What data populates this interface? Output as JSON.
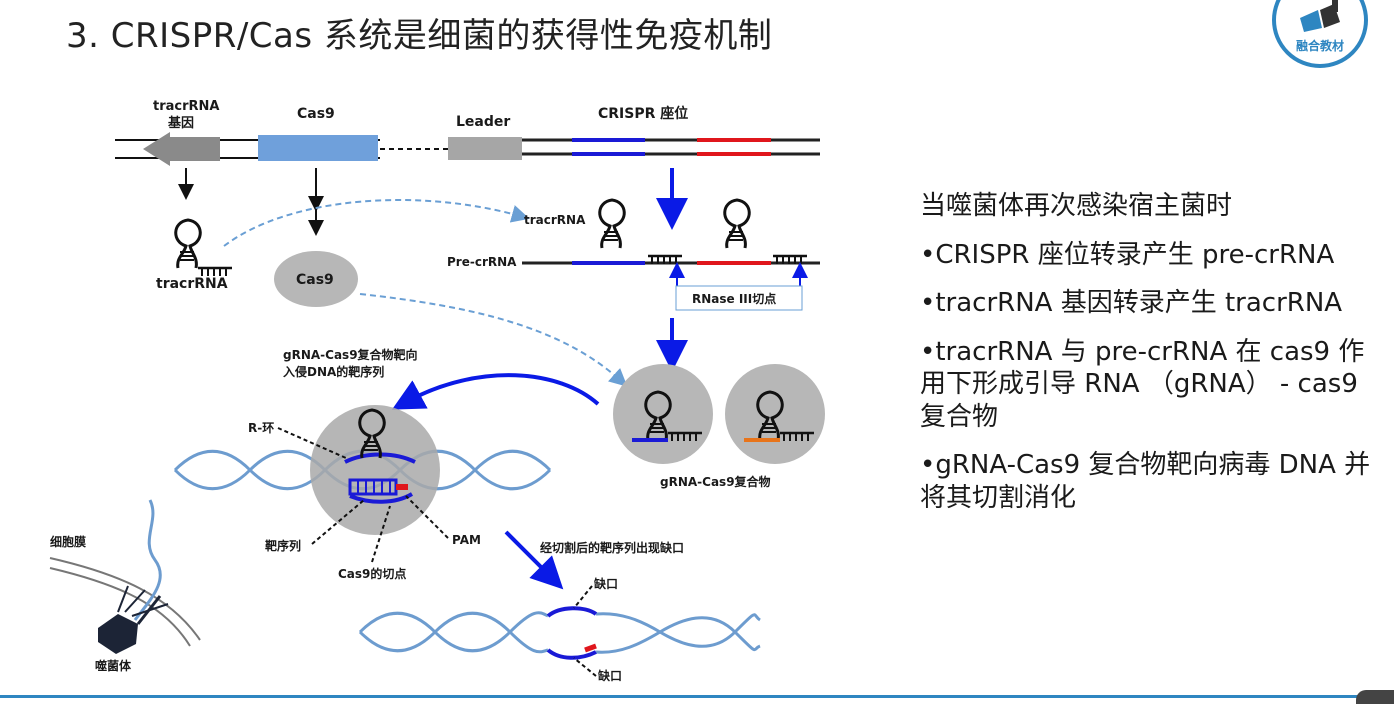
{
  "title": "3. CRISPR/Cas 系统是细菌的获得性免疫机制",
  "logo": {
    "icon": "hand-book-logo-icon",
    "text": "融合教材",
    "accent": "#2e86c1"
  },
  "diagram": {
    "labels": {
      "tracrrna_gene_line1": "tracrRNA",
      "tracrrna_gene_line2": "基因",
      "cas9_gene": "Cas9",
      "leader": "Leader",
      "crispr_locus": "CRISPR 座位",
      "tracrrna_top": "tracrRNA",
      "pre_crrna": "Pre-crRNA",
      "tracrrna_left": "tracrRNA",
      "cas9_protein": "Cas9",
      "rnase_cut": "RNase III切点",
      "grna_target_line1": "gRNA-Cas9复合物靶向",
      "grna_target_line2": "入侵DNA的靶序列",
      "r_loop": "R-环",
      "grna_complex": "gRNA-Cas9复合物",
      "cell_membrane": "细胞膜",
      "target_seq": "靶序列",
      "cas9_cut": "Cas9的切点",
      "pam": "PAM",
      "after_cut": "经切割后的靶序列出现缺口",
      "gap_top": "缺口",
      "gap_bottom": "缺口",
      "phage": "噬菌体"
    },
    "colors": {
      "gene_gray": "#8a8a8a",
      "cas9_gene": "#6fa0db",
      "leader_gray": "#a6a6a6",
      "spacer_blue": "#1a1ad6",
      "spacer_red": "#e0161c",
      "arrow_blue": "#0a1ae6",
      "dashed_blue": "#6a9fd4",
      "dna_blue": "#6d9ccf",
      "cas9_gray": "#b7b7b7",
      "orange": "#e8741a"
    }
  },
  "panel": {
    "heading": "当噬菌体再次感染宿主菌时",
    "items": [
      "•CRISPR 座位转录产生 pre-crRNA",
      "•tracrRNA 基因转录产生 tracrRNA",
      "•tracrRNA 与 pre-crRNA 在 cas9 作用下形成引导 RNA （gRNA） - cas9 复合物",
      "•gRNA-Cas9 复合物靶向病毒 DNA 并将其切割消化"
    ]
  }
}
